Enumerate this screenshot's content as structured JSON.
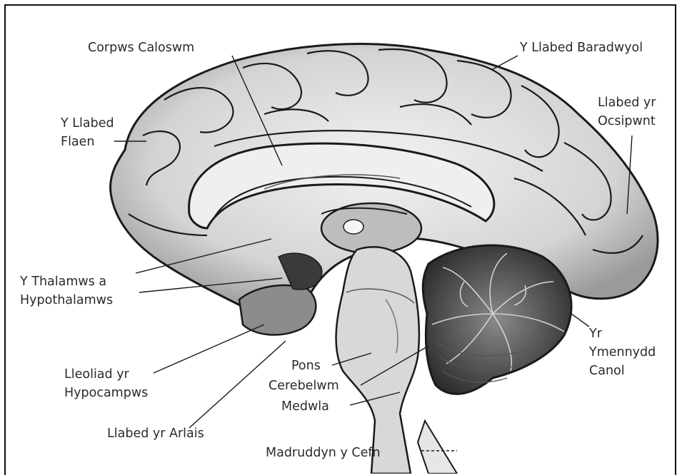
{
  "labels": {
    "corpus_callosum": "Corpws Caloswm",
    "parietal_lobe": "Y Llabed Baradwyol",
    "occipital_lobe": [
      "Llabed yr",
      "Ocsipwnt"
    ],
    "frontal_lobe": [
      "Y Llabed",
      "Flaen"
    ],
    "thalamus": [
      "Y Thalamws a",
      "Hypothalamws"
    ],
    "hippocampus": [
      "Lleoliad yr",
      "Hypocampws"
    ],
    "temporal_lobe": "Llabed yr Arlais",
    "pons": "Pons",
    "cerebellum": "Cerebelwm",
    "medulla": "Medwla",
    "spinal_cord": "Madruddyn y Cefn",
    "midbrain": [
      "Yr",
      "Ymennydd",
      "Canol"
    ]
  },
  "colors": {
    "ink": "#1a1a1a",
    "text": "#2b2b2b",
    "tissue": "#d9d9d9",
    "background": "#ffffff"
  }
}
